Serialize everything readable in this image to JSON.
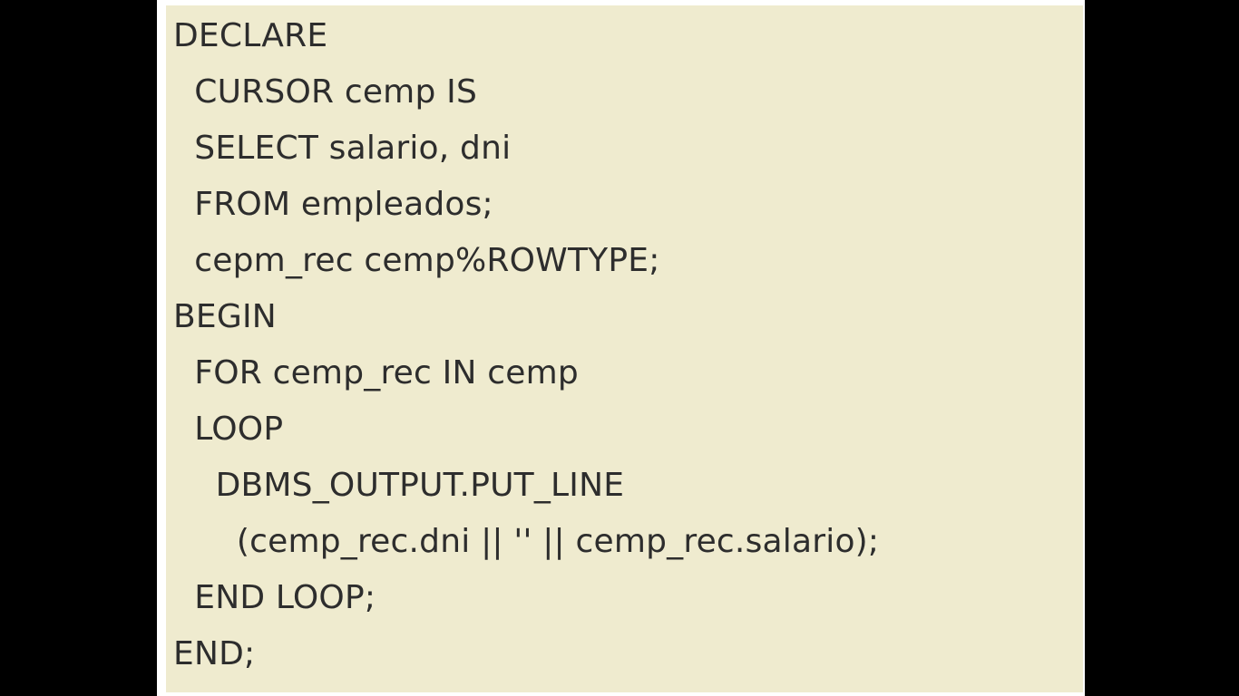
{
  "code": {
    "lines": [
      "DECLARE",
      "  CURSOR cemp IS",
      "  SELECT salario, dni",
      "  FROM empleados;",
      "  cepm_rec cemp%ROWTYPE;",
      "BEGIN",
      "  FOR cemp_rec IN cemp",
      "  LOOP",
      "    DBMS_OUTPUT.PUT_LINE",
      "      (cemp_rec.dni || '' || cemp_rec.salario);",
      "  END LOOP;",
      "END;"
    ]
  },
  "colors": {
    "background": "#000000",
    "panel_border": "#ffffff",
    "code_background": "#efebcf",
    "code_text": "#2d2d2d"
  }
}
